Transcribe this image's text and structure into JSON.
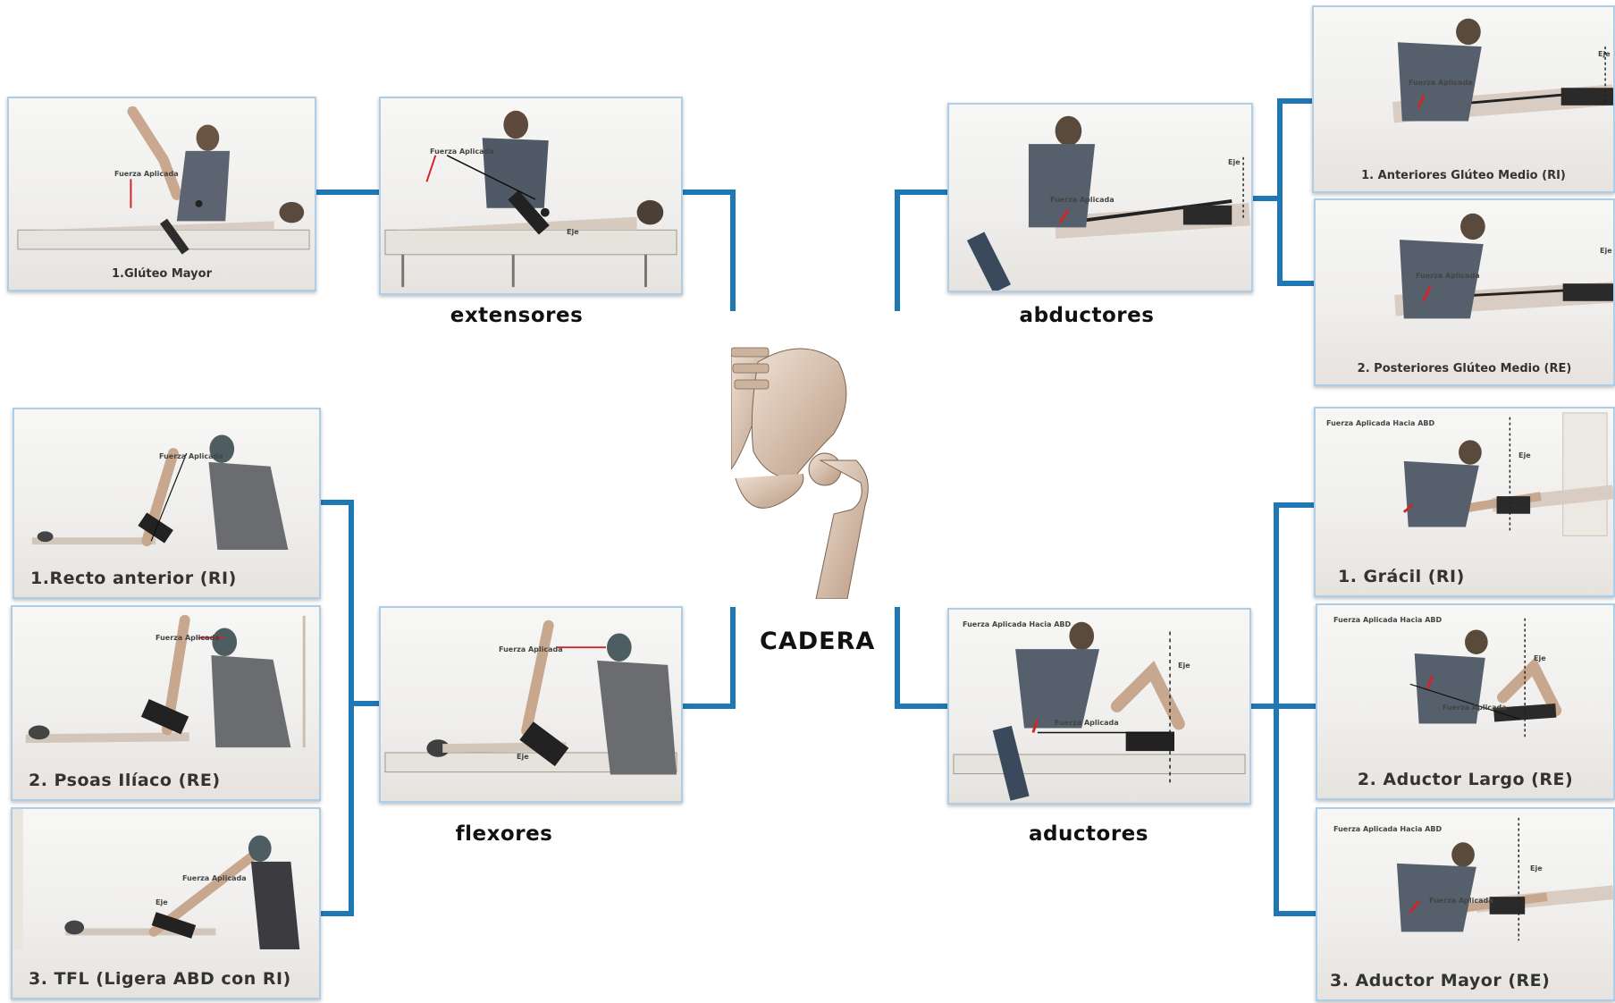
{
  "center": {
    "title": "CADERA"
  },
  "groups": {
    "extensores": "extensores",
    "abductores": "abductores",
    "flexores": "flexores",
    "aductores": "aductores"
  },
  "captions": {
    "gluteo_mayor": "1.Glúteo Mayor",
    "recto_anterior": "1.Recto anterior (RI)",
    "psoas_iliaco": "2. Psoas Ilíaco (RE)",
    "tfl": "3. TFL (Ligera ABD con RI)",
    "anteriores_gluteo_medio": "1. Anteriores Glúteo Medio (RI)",
    "posteriores_gluteo_medio": "2. Posteriores Glúteo Medio (RE)",
    "gracil": "1. Grácil (RI)",
    "aductor_largo": "2. Aductor Largo (RE)",
    "aductor_mayor": "3. Aductor Mayor (RE)"
  },
  "annotations": {
    "fuerza_aplicada": "Fuerza Aplicada",
    "eje": "Eje",
    "fuerza_abd": "Fuerza Aplicada Hacia ABD"
  },
  "colors": {
    "connector": "#1f77b4",
    "frame_border": "#aecde6",
    "force_arrow": "#d0262a"
  }
}
